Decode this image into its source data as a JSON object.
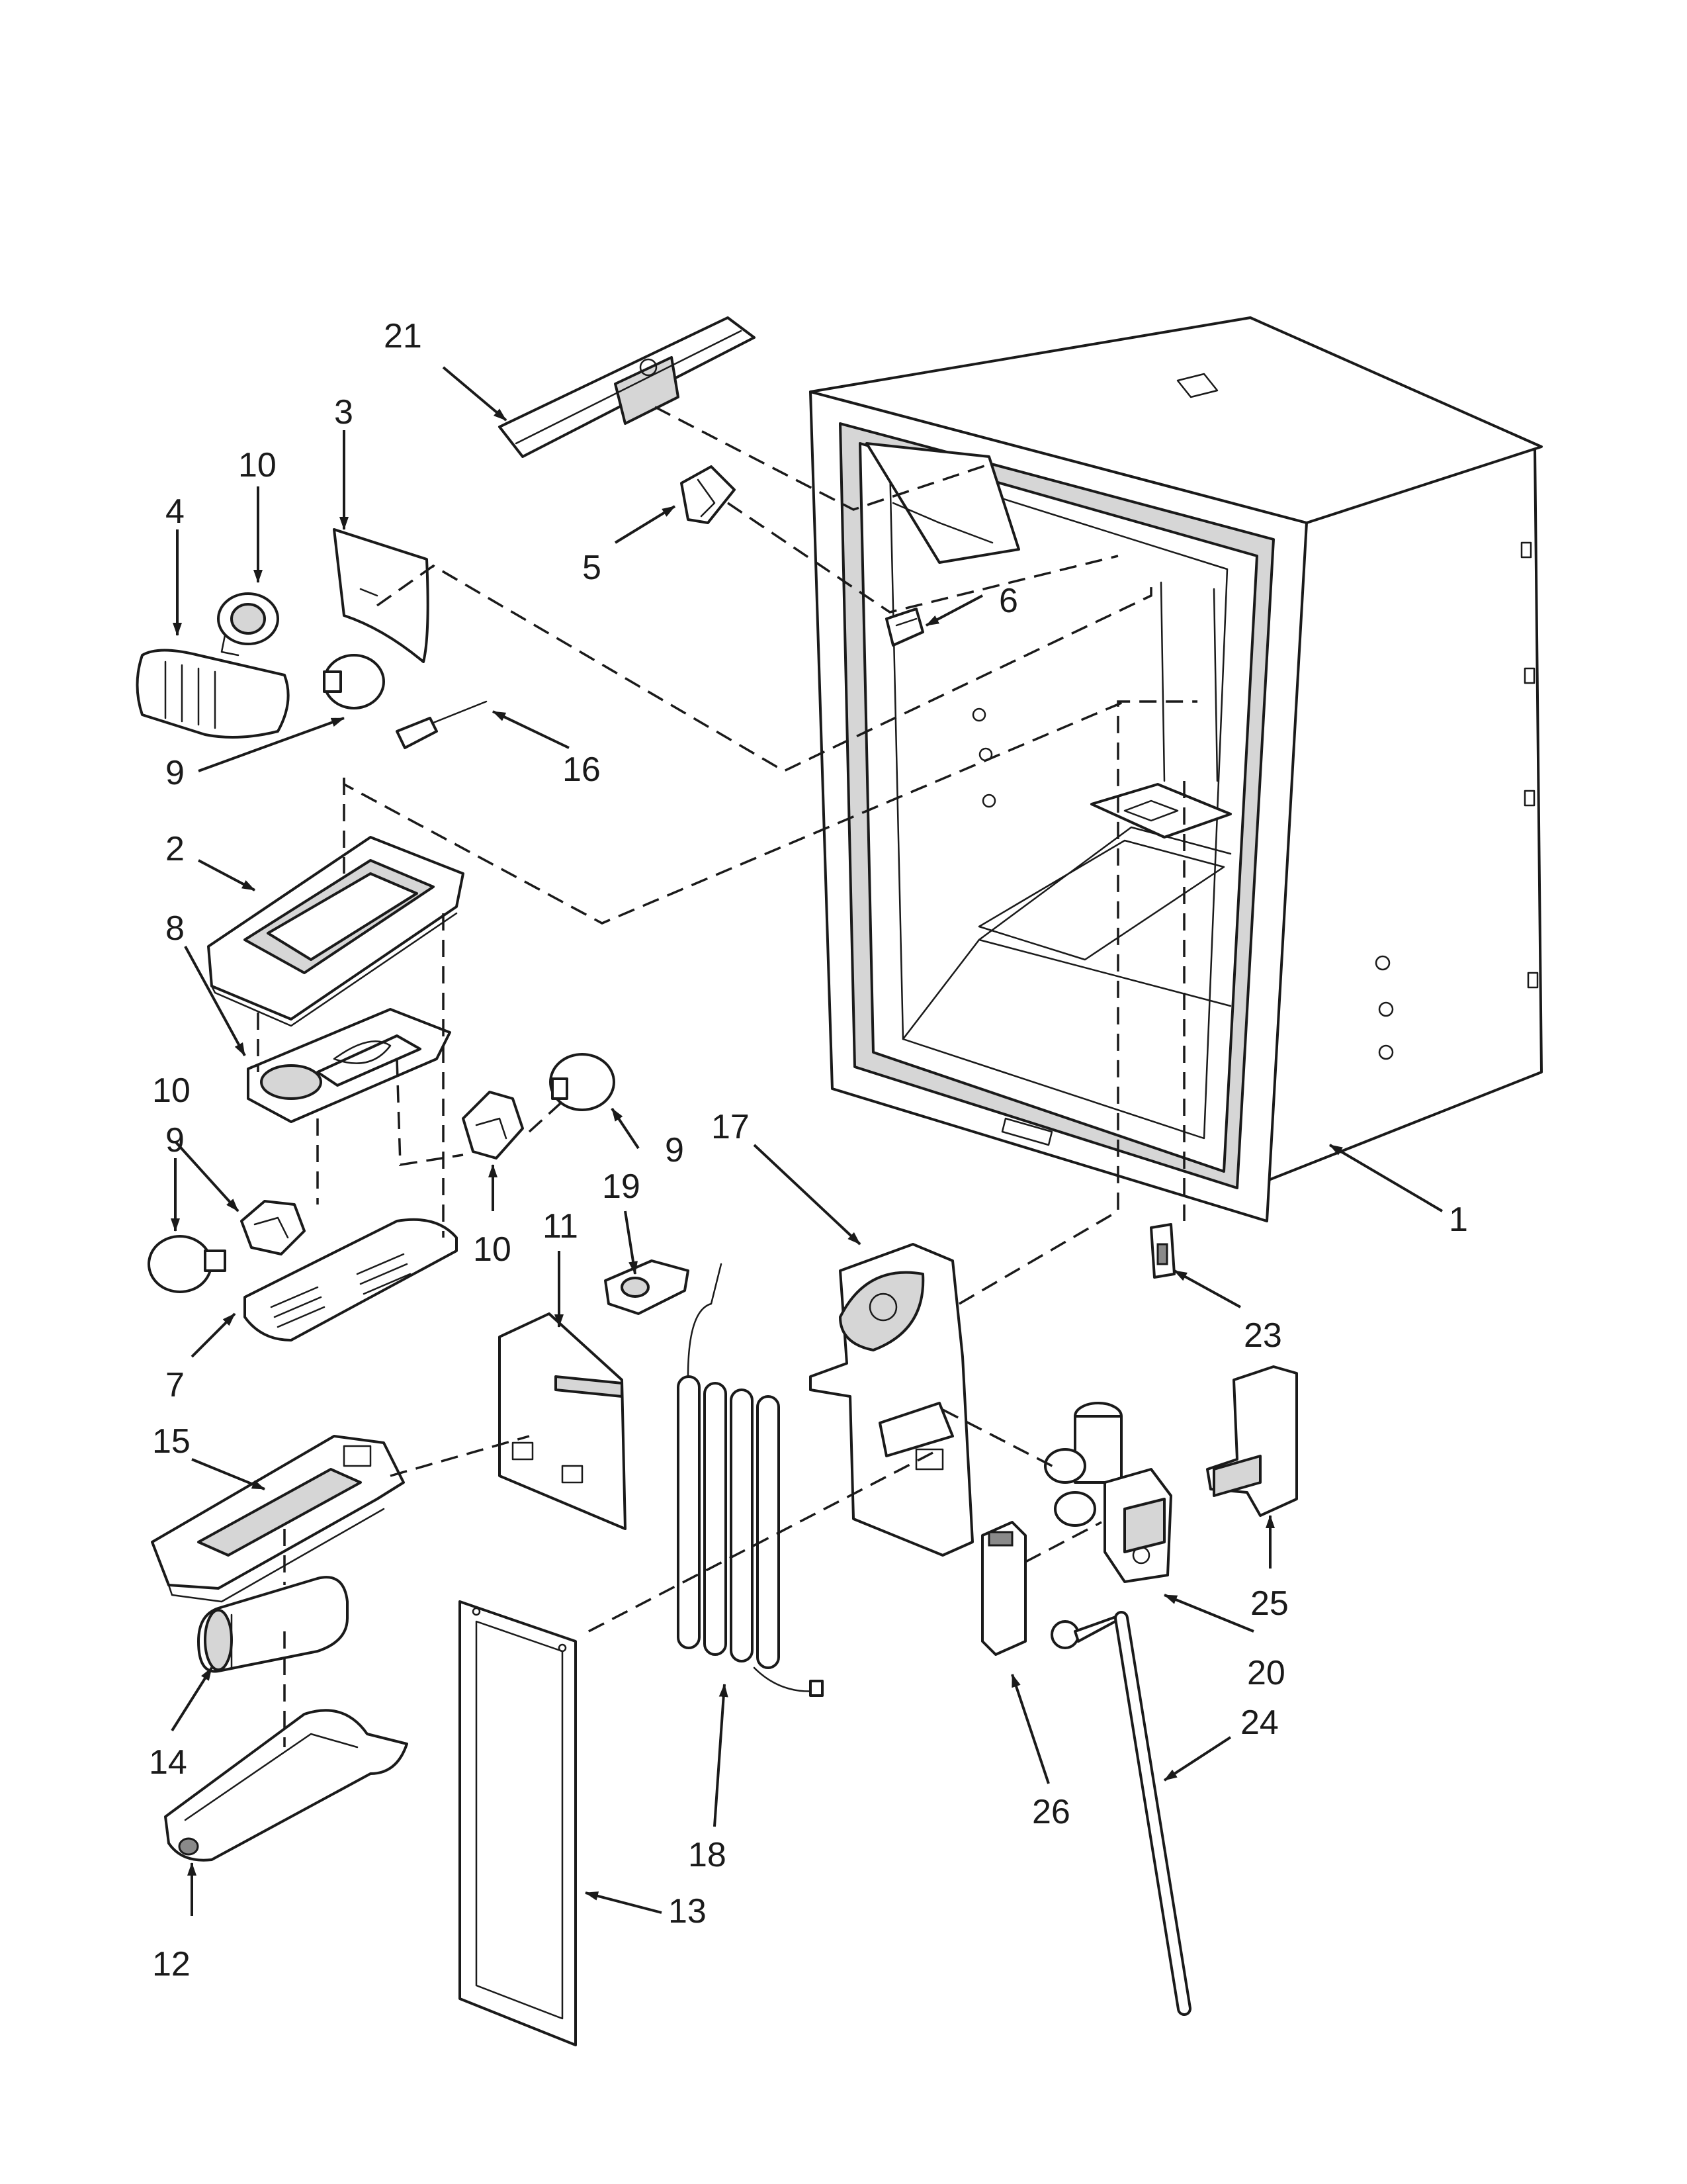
{
  "diagram": {
    "type": "exploded-parts-diagram",
    "callouts": [
      {
        "id": "c1",
        "label": "1"
      },
      {
        "id": "c2",
        "label": "2"
      },
      {
        "id": "c3",
        "label": "3"
      },
      {
        "id": "c4",
        "label": "4"
      },
      {
        "id": "c5",
        "label": "5"
      },
      {
        "id": "c6",
        "label": "6"
      },
      {
        "id": "c7",
        "label": "7"
      },
      {
        "id": "c8",
        "label": "8"
      },
      {
        "id": "c9a",
        "label": "9"
      },
      {
        "id": "c9b",
        "label": "9"
      },
      {
        "id": "c9c",
        "label": "9"
      },
      {
        "id": "c10a",
        "label": "10"
      },
      {
        "id": "c10b",
        "label": "10"
      },
      {
        "id": "c10c",
        "label": "10"
      },
      {
        "id": "c11",
        "label": "11"
      },
      {
        "id": "c12",
        "label": "12"
      },
      {
        "id": "c13",
        "label": "13"
      },
      {
        "id": "c14",
        "label": "14"
      },
      {
        "id": "c15",
        "label": "15"
      },
      {
        "id": "c16",
        "label": "16"
      },
      {
        "id": "c17",
        "label": "17"
      },
      {
        "id": "c18",
        "label": "18"
      },
      {
        "id": "c19",
        "label": "19"
      },
      {
        "id": "c20",
        "label": "20"
      },
      {
        "id": "c21",
        "label": "21"
      },
      {
        "id": "c23",
        "label": "23"
      },
      {
        "id": "c24",
        "label": "24"
      },
      {
        "id": "c25",
        "label": "25"
      },
      {
        "id": "c26",
        "label": "26"
      }
    ]
  }
}
